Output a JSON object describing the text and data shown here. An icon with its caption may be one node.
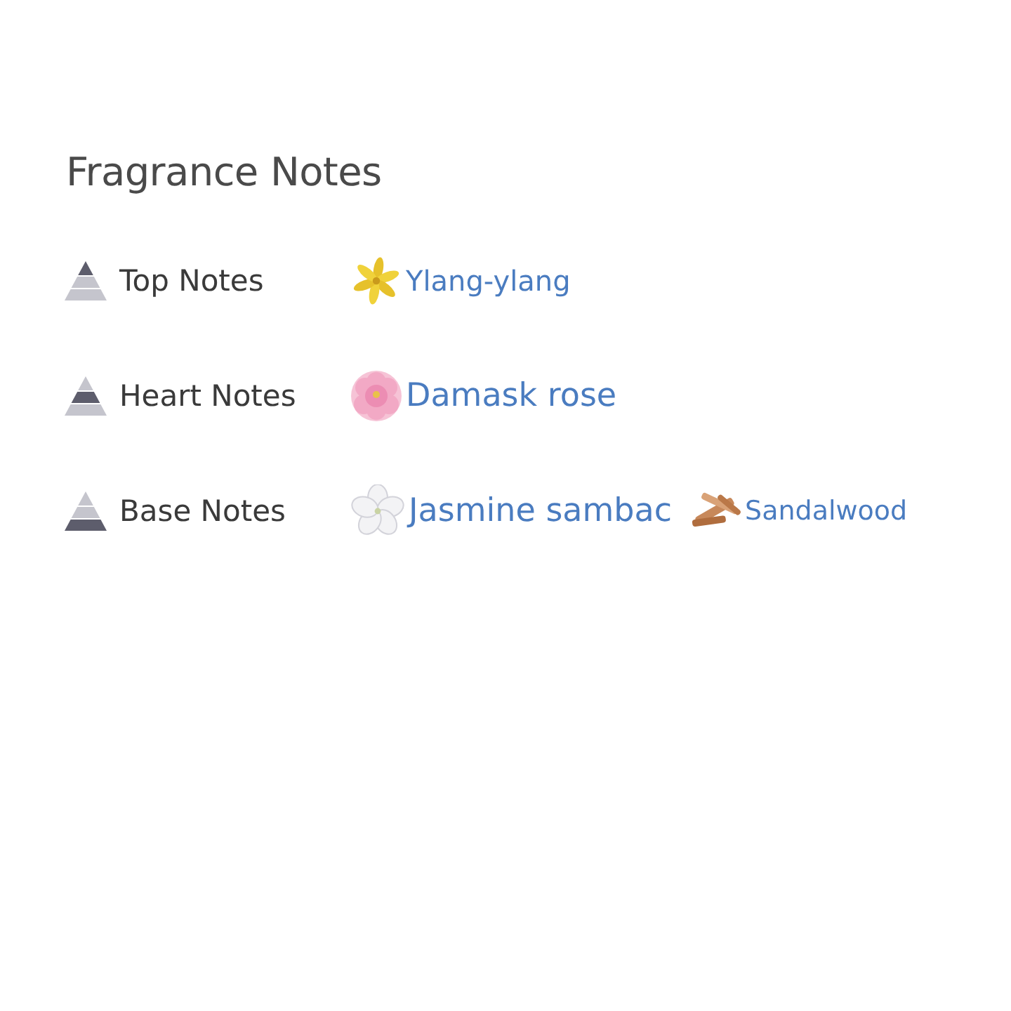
{
  "diagram": {
    "title": "Fragrance Notes",
    "labels": [
      "Top Notes",
      "Ylang-ylang",
      "Heart Notes",
      "Damask rose",
      "Base Notes",
      "Jasmine sambac",
      "Sandalwood"
    ]
  }
}
